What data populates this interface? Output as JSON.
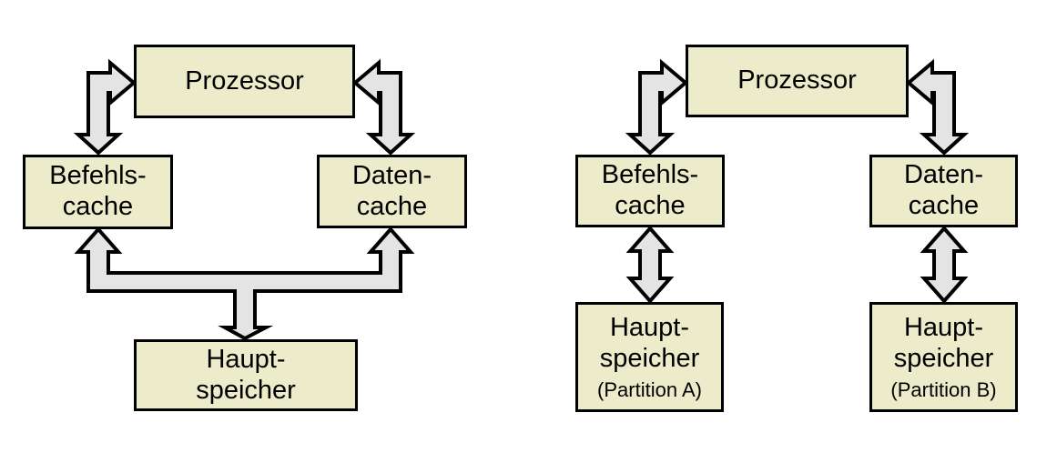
{
  "colors": {
    "box_fill": "#ececcb",
    "box_border": "#000000",
    "arrow_fill": "#e4e4e4",
    "arrow_outline": "#000000",
    "background": "#ffffff"
  },
  "diagrams": {
    "shared_memory": {
      "prozessor": "Prozessor",
      "befehlscache": "Befehls-\ncache",
      "datencache": "Daten-\ncache",
      "hauptspeicher": "Haupt-\nspeicher"
    },
    "partitioned_memory": {
      "prozessor": "Prozessor",
      "befehlscache": "Befehls-\ncache",
      "datencache": "Daten-\ncache",
      "hauptspeicher_a": "Haupt-\nspeicher",
      "hauptspeicher_a_partition": "(Partition A)",
      "hauptspeicher_b": "Haupt-\nspeicher",
      "hauptspeicher_b_partition": "(Partition B)"
    }
  }
}
